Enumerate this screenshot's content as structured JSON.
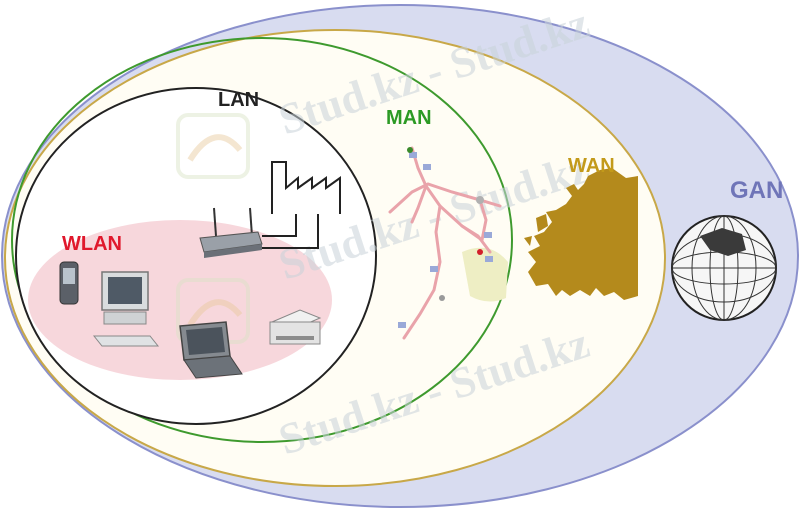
{
  "labels": {
    "gan": "GAN",
    "wan": "WAN",
    "man": "MAN",
    "lan": "LAN",
    "wlan": "WLAN"
  },
  "watermark": {
    "text": "Stud.kz - Stud.kz"
  },
  "colors": {
    "gan_fill": "#d8dcf0",
    "gan_border": "#8a90cc",
    "gan_text": "#6f75b8",
    "wan_fill": "#fffdf4",
    "wan_border": "#c8a848",
    "wan_text": "#c39a1a",
    "europe": "#b48a1c",
    "man_border": "#3e9a2e",
    "man_text": "#2c9a24",
    "lan_border": "#222222",
    "lan_text": "#222222",
    "wlan_fill": "#f7d7dc",
    "wlan_text": "#e0182c",
    "road": "#e9a3aa"
  }
}
